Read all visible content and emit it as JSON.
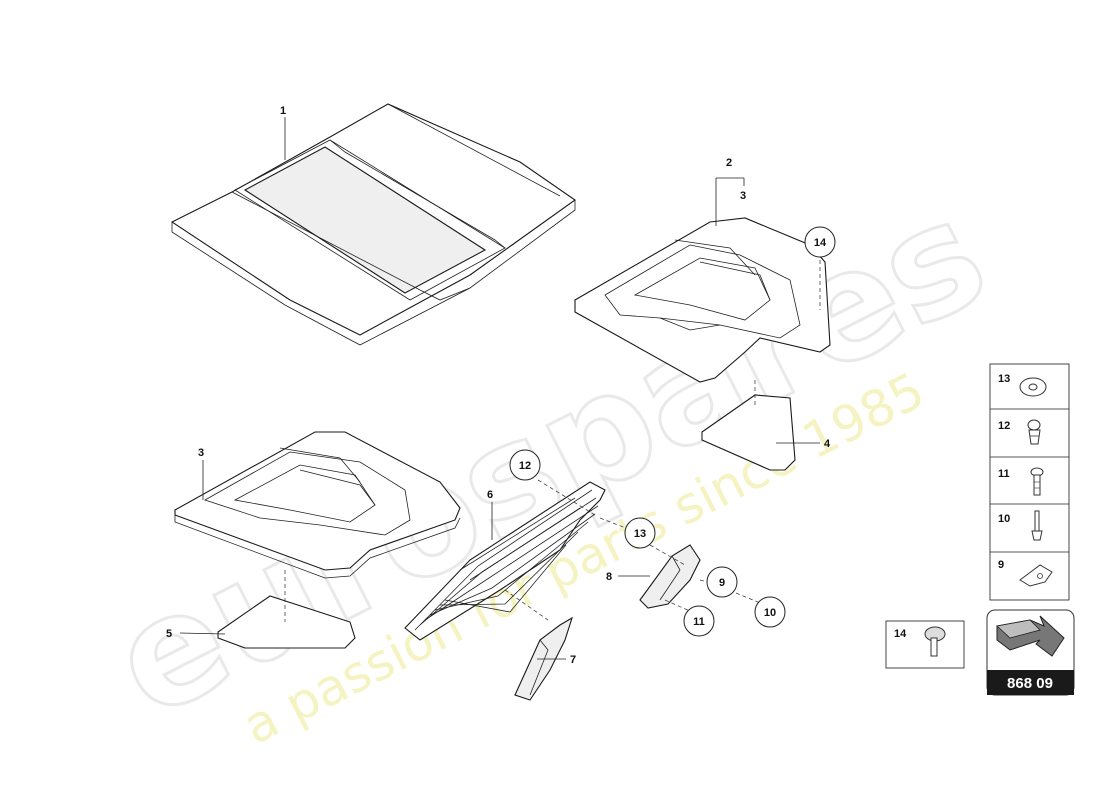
{
  "watermark": {
    "brand": "eurospares",
    "slogan": "a passion for parts since 1985"
  },
  "callouts": {
    "c1": "1",
    "c2": "2",
    "c3a": "3",
    "c3b": "3",
    "c4": "4",
    "c5": "5",
    "c6": "6",
    "c7": "7",
    "c8": "8",
    "c9": "9",
    "c10": "10",
    "c11": "11",
    "c12": "12",
    "c13": "13",
    "c14": "14"
  },
  "legend": {
    "items": [
      "13",
      "12",
      "11",
      "10",
      "9"
    ],
    "extra": "14"
  },
  "reference": {
    "code": "868 09"
  },
  "colors": {
    "line": "#1a1a1a",
    "watermark_grey": "#e9e9e9",
    "watermark_yellow": "#f4f1b8",
    "ref_badge": "#1a1a1a"
  }
}
